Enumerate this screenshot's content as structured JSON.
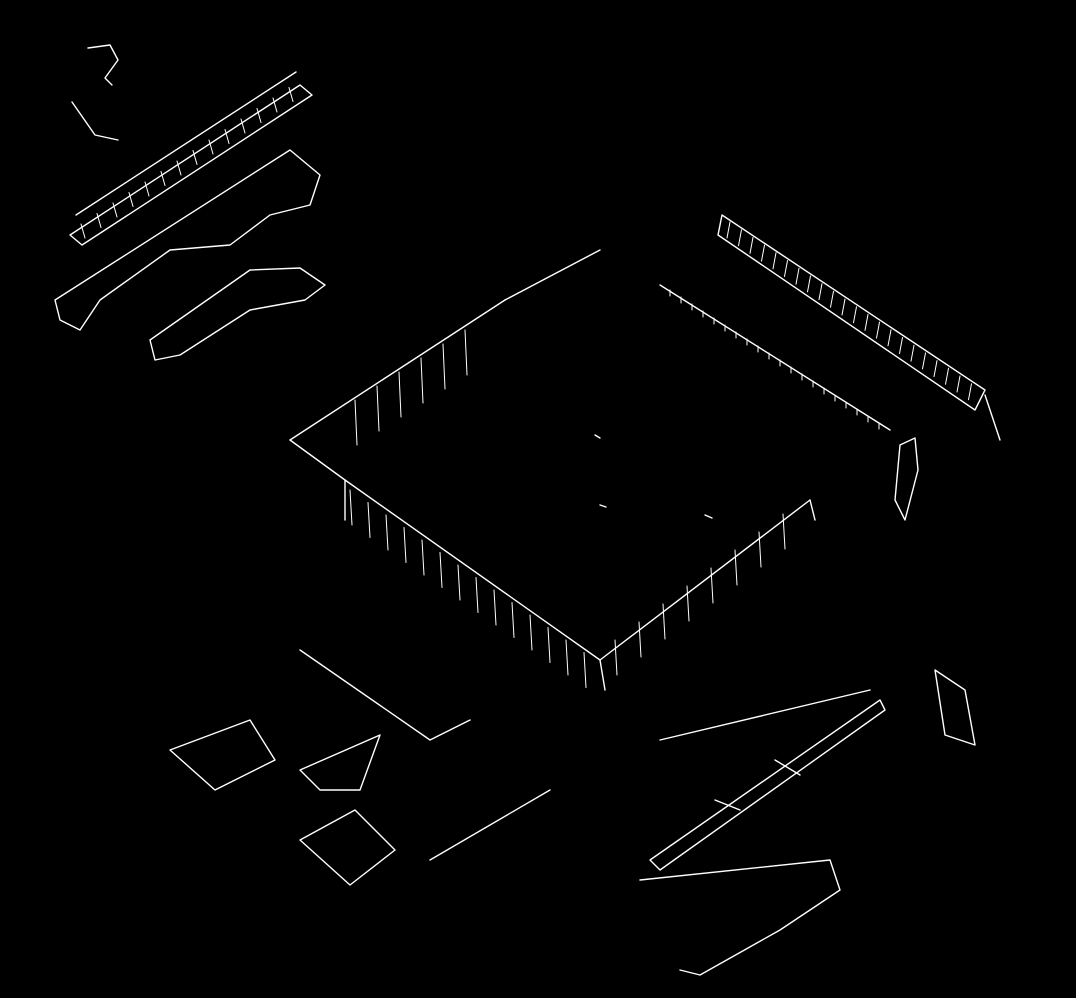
{
  "drawing": {
    "background_color": "#000000",
    "line_color": "#ffffff",
    "parts": [
      {
        "name": "top-left-rail-assembly"
      },
      {
        "name": "top-left-bracket"
      },
      {
        "name": "center-box-frame"
      },
      {
        "name": "right-rail-assembly"
      },
      {
        "name": "right-side-bracket"
      },
      {
        "name": "bottom-left-base-plates"
      },
      {
        "name": "bottom-right-base-assembly"
      }
    ]
  }
}
